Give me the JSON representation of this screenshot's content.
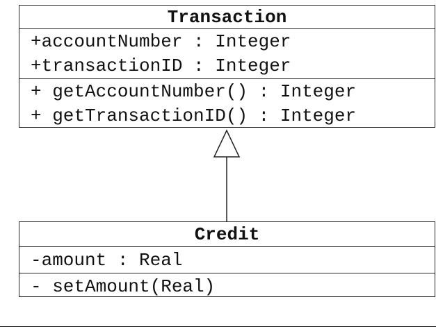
{
  "transaction": {
    "name": "Transaction",
    "attributes": [
      "+accountNumber : Integer",
      "+transactionID : Integer"
    ],
    "operations": [
      "+ getAccountNumber() : Integer",
      "+ getTransactionID() : Integer"
    ]
  },
  "credit": {
    "name": "Credit",
    "attributes": [
      "-amount : Real"
    ],
    "operations": [
      "- setAmount(Real)"
    ]
  },
  "relationship": {
    "type": "generalization",
    "from": "Credit",
    "to": "Transaction"
  }
}
